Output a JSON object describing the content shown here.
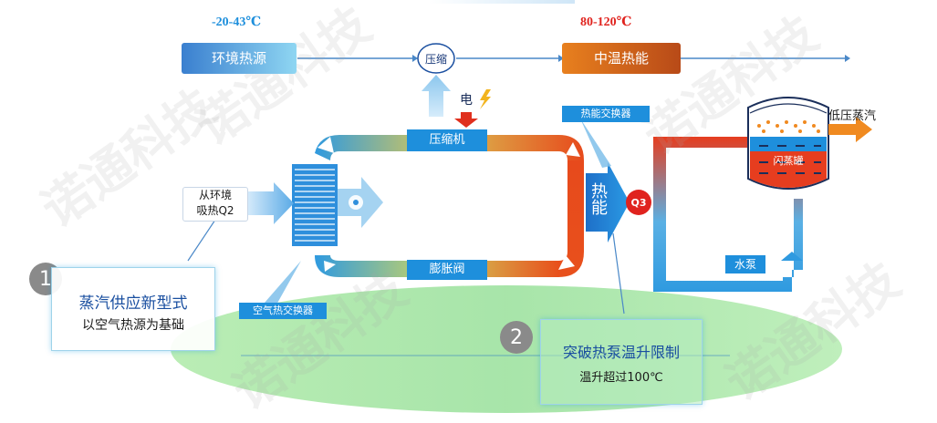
{
  "temps": {
    "source_range": "-20-43℃",
    "output_range": "80-120℃"
  },
  "top_flow": {
    "source": "环境热源",
    "compressor": "压缩",
    "output": "中温热能"
  },
  "cycle": {
    "electric_label": "电",
    "compressor_label": "压缩机",
    "expansion_valve_label": "膨胀阀",
    "heat_exchanger_label": "热能交换器",
    "air_heat_exchanger_label": "空气热交换器",
    "heat_energy_label": "热能",
    "q3": "Q3",
    "q2_label_line1": "从环境",
    "q2_label_line2": "吸热Q2"
  },
  "water_loop": {
    "flash_tank_label": "闪蒸罐",
    "pump_label": "水泵",
    "steam_label": "低压蒸汽"
  },
  "callouts": [
    {
      "number": "1",
      "title": "蒸汽供应新型式",
      "subtitle": "以空气热源为基础"
    },
    {
      "number": "2",
      "title": "突破热泵温升限制",
      "subtitle": "温升超过100℃"
    }
  ],
  "watermark": "诺通科技",
  "colors": {
    "blue": "#1e8fdc",
    "red": "#e0301e",
    "orange": "#f08a20",
    "green_ellipse": "#a6e6a0"
  }
}
